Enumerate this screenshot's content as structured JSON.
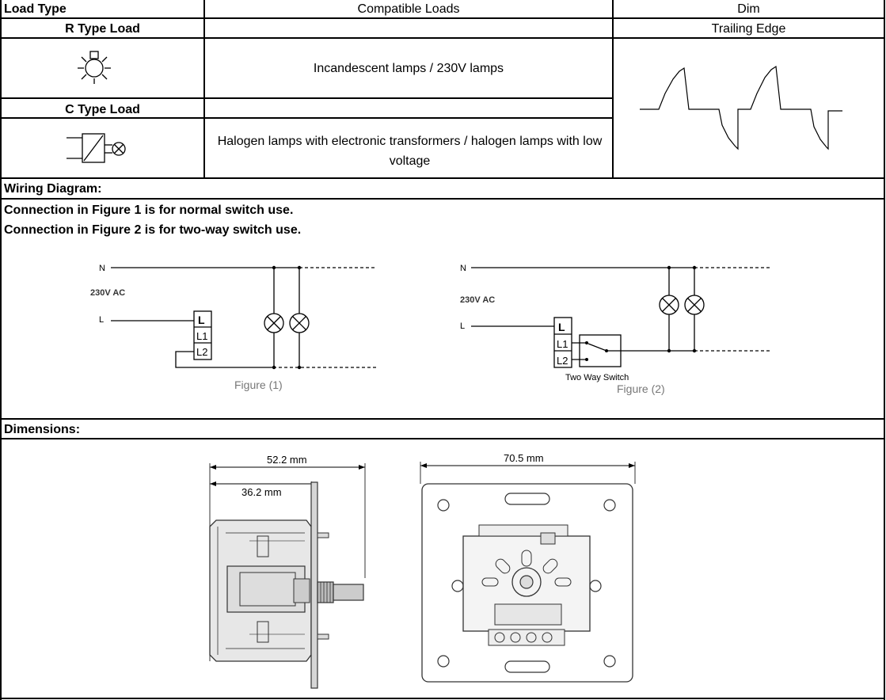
{
  "table": {
    "header": {
      "load_type": "Load Type",
      "compatible_loads": "Compatible Loads",
      "dim": "Dim"
    },
    "r_type": {
      "title": "R Type Load",
      "loads": "Incandescent lamps / 230V lamps",
      "icon": "incandescent-lamp-icon"
    },
    "c_type": {
      "title": "C Type Load",
      "loads": "Halogen lamps with electronic transformers / halogen lamps with low voltage",
      "icon": "electronic-transformer-lamp-icon"
    },
    "dim_value": "Trailing Edge"
  },
  "wiring": {
    "title": "Wiring Diagram:",
    "line1": "Connection in Figure 1 is for normal switch use.",
    "line2": "Connection in Figure 2 is for two-way switch use.",
    "fig1": {
      "n": "N",
      "supply": "230V AC",
      "l": "L",
      "t_l": "L",
      "t_l1": "L1",
      "t_l2": "L2",
      "caption": "Figure (1)"
    },
    "fig2": {
      "n": "N",
      "supply": "230V AC",
      "l": "L",
      "t_l": "L",
      "t_l1": "L1",
      "t_l2": "L2",
      "switch_label": "Two Way Switch",
      "caption": "Figure (2)"
    }
  },
  "dimensions": {
    "title": "Dimensions:",
    "side_total": "52.2 mm",
    "side_depth": "36.2 mm",
    "front_width": "70.5 mm"
  }
}
